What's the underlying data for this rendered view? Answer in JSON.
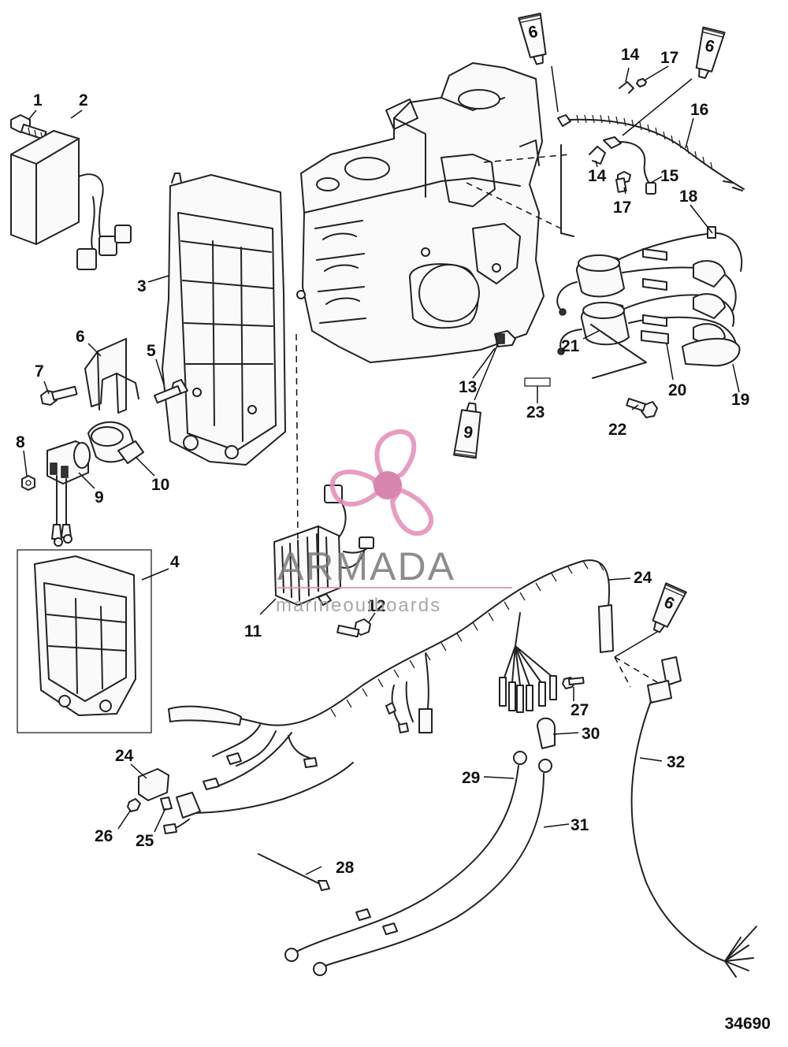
{
  "callouts": [
    {
      "id": "c1",
      "label": "1"
    },
    {
      "id": "c2",
      "label": "2"
    },
    {
      "id": "c3",
      "label": "3"
    },
    {
      "id": "c4",
      "label": "4"
    },
    {
      "id": "c5",
      "label": "5"
    },
    {
      "id": "c6",
      "label": "6"
    },
    {
      "id": "c7",
      "label": "7"
    },
    {
      "id": "c8",
      "label": "8"
    },
    {
      "id": "c9",
      "label": "9"
    },
    {
      "id": "c10",
      "label": "10"
    },
    {
      "id": "c11",
      "label": "11"
    },
    {
      "id": "c12",
      "label": "12"
    },
    {
      "id": "c13",
      "label": "13"
    },
    {
      "id": "c14a",
      "label": "14"
    },
    {
      "id": "c14b",
      "label": "14"
    },
    {
      "id": "c15",
      "label": "15"
    },
    {
      "id": "c16",
      "label": "16"
    },
    {
      "id": "c17a",
      "label": "17"
    },
    {
      "id": "c17b",
      "label": "17"
    },
    {
      "id": "c18",
      "label": "18"
    },
    {
      "id": "c19",
      "label": "19"
    },
    {
      "id": "c20",
      "label": "20"
    },
    {
      "id": "c21",
      "label": "21"
    },
    {
      "id": "c22",
      "label": "22"
    },
    {
      "id": "c23",
      "label": "23"
    },
    {
      "id": "c24a",
      "label": "24"
    },
    {
      "id": "c24b",
      "label": "24"
    },
    {
      "id": "c25",
      "label": "25"
    },
    {
      "id": "c26",
      "label": "26"
    },
    {
      "id": "c27",
      "label": "27"
    },
    {
      "id": "c28",
      "label": "28"
    },
    {
      "id": "c29",
      "label": "29"
    },
    {
      "id": "c30",
      "label": "30"
    },
    {
      "id": "c31",
      "label": "31"
    },
    {
      "id": "c32",
      "label": "32"
    }
  ],
  "tubes": [
    {
      "id": "tube-top-left",
      "label": "6"
    },
    {
      "id": "tube-top-right",
      "label": "6"
    },
    {
      "id": "tube-middle",
      "label": "9"
    },
    {
      "id": "tube-right",
      "label": "6"
    }
  ],
  "figure_number": "34690",
  "watermark": {
    "brand": "ARMADA",
    "tagline": "marineoutboards",
    "colors": {
      "propeller": "#e58bb8",
      "propeller_hub": "#d070a0",
      "text": "#7a7a7a",
      "underline": "#e58bb8"
    }
  }
}
